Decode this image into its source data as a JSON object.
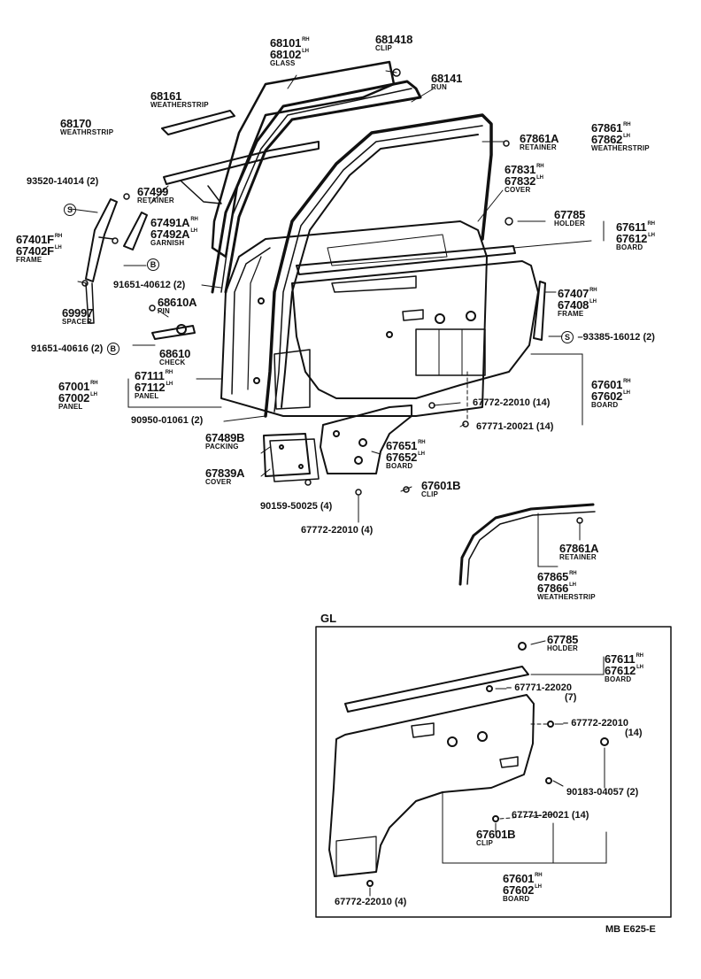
{
  "parts": {
    "glass": {
      "no1": "68101",
      "sfx1": "RH",
      "no2": "68102",
      "sfx2": "LH",
      "name": "GLASS"
    },
    "clip_top": {
      "no": "681418",
      "name": "CLIP"
    },
    "run": {
      "no": "68141",
      "name": "RUN"
    },
    "weatherstrip_68161": {
      "no": "68161",
      "name": "WEATHERSTRIP"
    },
    "weatherstrip_68170": {
      "no": "68170",
      "name": "WEATHRSTRIP"
    },
    "weatherstrip_67861": {
      "no1": "67861",
      "sfx1": "RH",
      "no2": "67862",
      "sfx2": "LH",
      "name": "WEATHERSTRIP"
    },
    "retainer_67861A": {
      "no": "67861A",
      "name": "RETAINER"
    },
    "cover_67831": {
      "no1": "67831",
      "sfx1": "RH",
      "no2": "67832",
      "sfx2": "LH",
      "name": "COVER"
    },
    "bolt_93520": {
      "no": "93520-14014 (2)"
    },
    "retainer_67499": {
      "no": "67499",
      "name": "RETAINER"
    },
    "garnish": {
      "no1": "67491A",
      "sfx1": "RH",
      "no2": "67492A",
      "sfx2": "LH",
      "name": "GARNISH"
    },
    "frame_67401": {
      "no1": "67401F",
      "sfx1": "RH",
      "no2": "67402F",
      "sfx2": "LH",
      "name": "FRAME"
    },
    "holder_67785": {
      "no": "67785",
      "name": "HOLDER"
    },
    "board_67611": {
      "no1": "67611",
      "sfx1": "RH",
      "no2": "67612",
      "sfx2": "LH",
      "name": "BOARD"
    },
    "bolt_91651_40612": {
      "no": "91651-40612 (2)"
    },
    "pin_68610A": {
      "no": "68610A",
      "name": "PIN"
    },
    "frame_67407": {
      "no1": "67407",
      "sfx1": "RH",
      "no2": "67408",
      "sfx2": "LH",
      "name": "FRAME"
    },
    "screw_93385": {
      "no": "93385-16012 (2)"
    },
    "spacer_69997": {
      "no": "69997",
      "name": "SPACER"
    },
    "bolt_91651_40616": {
      "no": "91651-40616 (2)"
    },
    "check_68610": {
      "no": "68610",
      "name": "CHECK"
    },
    "panel_67111": {
      "no1": "67111",
      "sfx1": "RH",
      "no2": "67112",
      "sfx2": "LH",
      "name": "PANEL"
    },
    "panel_67001": {
      "no1": "67001",
      "sfx1": "RH",
      "no2": "67002",
      "sfx2": "LH",
      "name": "PANEL"
    },
    "board_67601": {
      "no1": "67601",
      "sfx1": "RH",
      "no2": "67602",
      "sfx2": "LH",
      "name": "BOARD"
    },
    "clip_67772_14": {
      "no": "67772-22010 (14)"
    },
    "clip_67771_14": {
      "no": "67771-20021 (14)"
    },
    "screw_90950": {
      "no": "90950-01061 (2)"
    },
    "packing_67489B": {
      "no": "67489B",
      "name": "PACKING"
    },
    "board_67651": {
      "no1": "67651",
      "sfx1": "RH",
      "no2": "67652",
      "sfx2": "LH",
      "name": "BOARD"
    },
    "cover_67839A": {
      "no": "67839A",
      "name": "COVER"
    },
    "clip_67601B": {
      "no": "67601B",
      "name": "CLIP"
    },
    "screw_90159": {
      "no": "90159-50025 (4)"
    },
    "clip_67772_4": {
      "no": "67772-22010 (4)"
    },
    "retainer_67861A_2": {
      "no": "67861A",
      "name": "RETAINER"
    },
    "weatherstrip_67865": {
      "no1": "67865",
      "sfx1": "RH",
      "no2": "67866",
      "sfx2": "LH",
      "name": "WEATHERSTRIP"
    }
  },
  "gl": {
    "title": "GL",
    "holder": {
      "no": "67785",
      "name": "HOLDER"
    },
    "board_67611": {
      "no1": "67611",
      "sfx1": "RH",
      "no2": "67612",
      "sfx2": "LH",
      "name": "BOARD"
    },
    "clip_67771_22020": {
      "no": "67771-22020",
      "qty": "(7)"
    },
    "clip_67772_22010": {
      "no": "67772-22010",
      "qty": "(14)"
    },
    "screw_90183": {
      "no": "90183-04057 (2)"
    },
    "clip_67771_20021": {
      "no": "67771-20021 (14)"
    },
    "clip_67601B": {
      "no": "67601B",
      "name": "CLIP"
    },
    "board_67601": {
      "no1": "67601",
      "sfx1": "RH",
      "no2": "67602",
      "sfx2": "LH",
      "name": "BOARD"
    },
    "clip_67772_4": {
      "no": "67772-22010 (4)"
    }
  },
  "symbols": {
    "s": "S",
    "b": "B"
  },
  "footer": {
    "code": "MB E625-E"
  }
}
